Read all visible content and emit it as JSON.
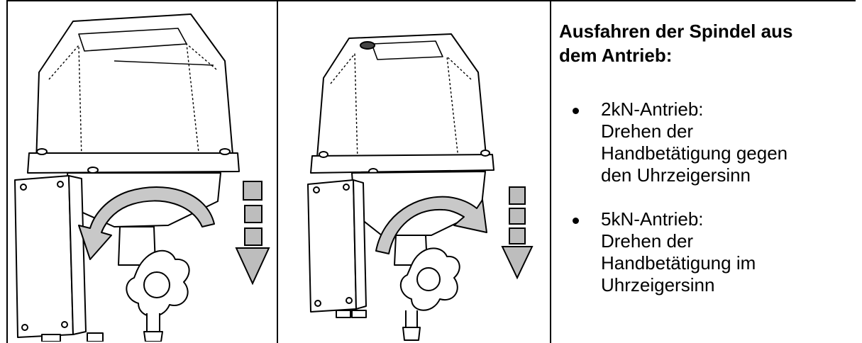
{
  "heading": [
    "Ausfahren der Spindel aus",
    "dem Antrieb:"
  ],
  "bullets": [
    {
      "lines": [
        "2kN-Antrieb:",
        "Drehen der",
        "Handbetätigung gegen",
        "den Uhrzeigersinn"
      ]
    },
    {
      "lines": [
        "5kN-Antrieb:",
        "Drehen der",
        "Handbetätigung im",
        "Uhrzeigersinn"
      ]
    }
  ],
  "figures": [
    {
      "name": "2kN actuator",
      "rotation": "counter-clockwise",
      "spindle": "extends downward"
    },
    {
      "name": "5kN actuator",
      "rotation": "clockwise",
      "spindle": "extends downward"
    }
  ],
  "colors": {
    "line": "#000000",
    "arrow_fill": "#c8c8c8",
    "block_fill": "#bdbdbd",
    "background": "#ffffff"
  }
}
